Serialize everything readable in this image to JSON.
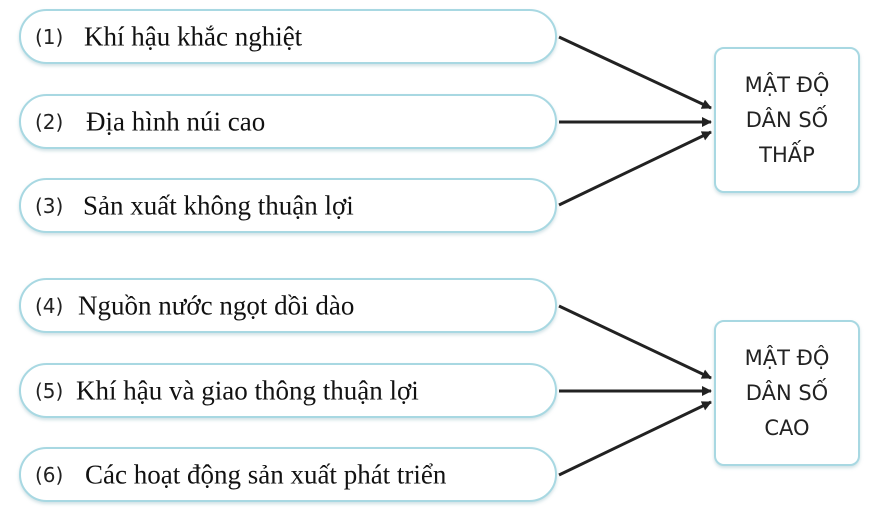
{
  "causes": [
    {
      "number": "(1)",
      "text": "Khí hậu khắc nghiệt"
    },
    {
      "number": "(2)",
      "text": "Địa hình núi cao"
    },
    {
      "number": "(3)",
      "text": "Sản xuất không thuận lợi"
    },
    {
      "number": "(4)",
      "text": "Nguồn nước ngọt dồi dào"
    },
    {
      "number": "(5)",
      "text": "Khí hậu và giao thông thuận lợi"
    },
    {
      "number": "(6)",
      "text": "Các hoạt động sản xuất phát triển"
    }
  ],
  "results": [
    {
      "lines": [
        "MẬT ĐỘ",
        "DÂN SỐ",
        "THẤP"
      ]
    },
    {
      "lines": [
        "MẬT ĐỘ",
        "DÂN SỐ",
        "CAO"
      ]
    }
  ],
  "colors": {
    "box_border": "#a8d8e2",
    "arrow": "#222222"
  }
}
